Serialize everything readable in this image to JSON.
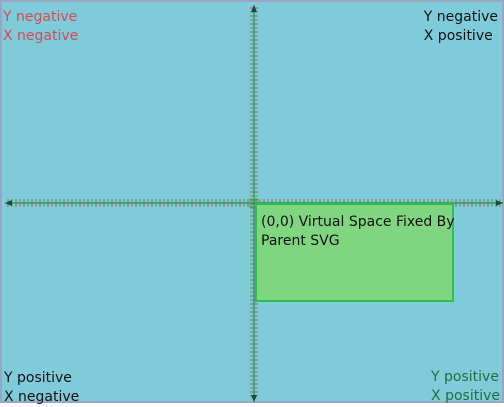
{
  "corners": {
    "top_left": {
      "line1": "Y negative",
      "line2": "X negative",
      "color": "#d24a55"
    },
    "top_right": {
      "line1": "Y negative",
      "line2": "X positive",
      "color": "#111111"
    },
    "bottom_left": {
      "line1": "Y positive",
      "line2": "X negative",
      "color": "#111111"
    },
    "bottom_right": {
      "line1": "Y positive",
      "line2": "X positive",
      "color": "#1f6e3f"
    }
  },
  "virtual_box": {
    "label": "(0,0) Virtual Space Fixed By Parent SVG",
    "fill": "#80d680",
    "stroke": "#2fbf48"
  },
  "colors": {
    "background": "#80cbda",
    "axis_line": "#2a8a5a",
    "tick_red": "#c0504d",
    "tick_green": "#39b54a",
    "arrow": "#1c4a3c"
  }
}
